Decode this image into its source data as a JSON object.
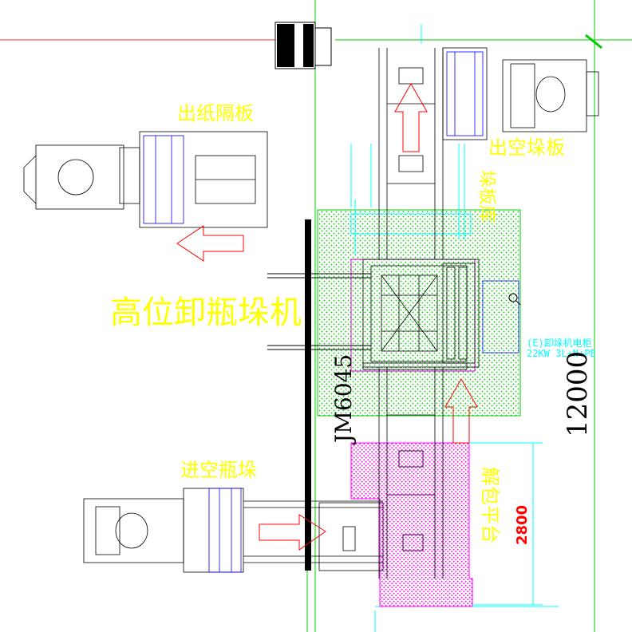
{
  "labels": {
    "paper_sheet_out": "出纸隔板",
    "empty_pallet_out": "出空垛板",
    "pallet_stock": "垛板库",
    "machine_name": "高位卸瓶垛机",
    "model": "JM6045",
    "empty_bottle_stack_in": "进空瓶垛",
    "unpack_platform": "解包平台",
    "cabinet_line1": "(E)卸垛机电柜",
    "cabinet_line2": "22KW 3L+N+PE",
    "dim_total": "12000",
    "dim_platform": "2800"
  },
  "colors": {
    "yellow_text": "#ffff00",
    "cyan_text": "#00ffff",
    "red_dim": "#ff0000",
    "green_zone": "#00cc00",
    "magenta_zone": "#ff00ff",
    "blue_lines": "#0000ff",
    "black": "#000000"
  }
}
